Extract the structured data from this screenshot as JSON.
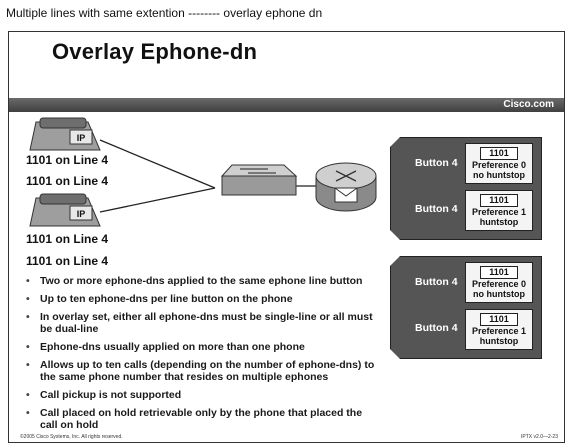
{
  "page_caption": "Multiple lines with same extention -------- overlay ephone dn",
  "slide": {
    "title": "Overlay Ephone-dn",
    "brand": "Cisco.com",
    "line_labels": [
      "1101 on Line 4",
      "1101 on Line 4",
      "1101 on Line 4",
      "1101 on Line 4"
    ],
    "phone_badge": "IP",
    "bullets": [
      "Two or more ephone-dns applied to the same ephone line button",
      "Up to ten ephone-dns per line button on the phone",
      "In overlay set, either all ephone-dns must be single-line or all must be dual-line",
      "Ephone-dns usually applied on more than one phone",
      "Allows up to ten calls (depending on the number of ephone-dns) to the same phone number that resides on multiple ephones",
      "Call pickup is not supported",
      "Call placed on hold retrievable only by the phone that placed the call on hold"
    ],
    "panels": [
      {
        "slots": [
          {
            "button": "Button 4",
            "dn": "1101",
            "preference": "Preference 0",
            "hunt": "no huntstop"
          },
          {
            "button": "Button 4",
            "dn": "1101",
            "preference": "Preference 1",
            "hunt": "huntstop"
          }
        ]
      },
      {
        "slots": [
          {
            "button": "Button 4",
            "dn": "1101",
            "preference": "Preference 0",
            "hunt": "no huntstop"
          },
          {
            "button": "Button 4",
            "dn": "1101",
            "preference": "Preference 1",
            "hunt": "huntstop"
          }
        ]
      }
    ],
    "footer_left": "©2005 Cisco Systems, Inc. All rights reserved.",
    "footer_right": "IPTX v2.0—2-23"
  }
}
